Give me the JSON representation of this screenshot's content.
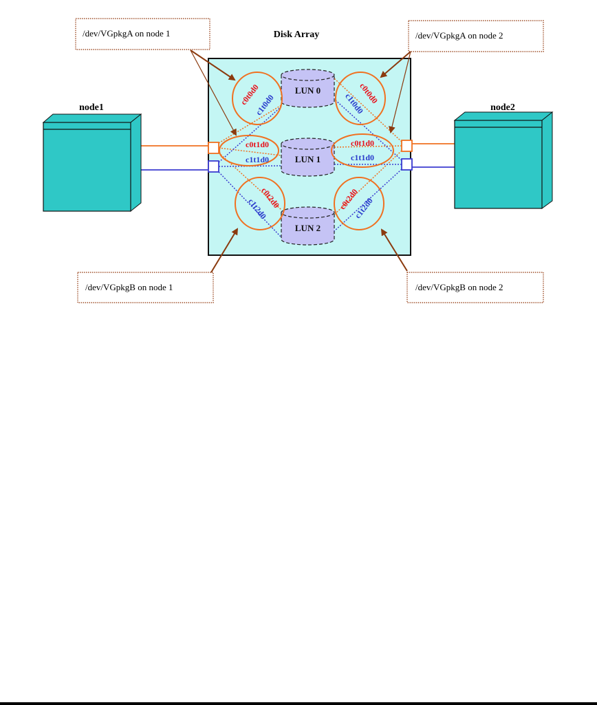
{
  "diagram": {
    "title": "Disk Array",
    "colors": {
      "array_fill": "#c4f6f4",
      "node_fill": "#2fc8c6",
      "lun_fill": "#c5c3f5",
      "orange_path": "#f07020",
      "blue_path": "#3b3bd0",
      "red_text": "#e8101a",
      "blue_text": "#2a3bcc",
      "arrow": "#8b3a0e",
      "callout_border": "#a0522d"
    },
    "nodes": [
      {
        "id": "node1",
        "label": "node1"
      },
      {
        "id": "node2",
        "label": "node2"
      }
    ],
    "luns": [
      {
        "id": "lun0",
        "label": "LUN 0"
      },
      {
        "id": "lun1",
        "label": "LUN 1"
      },
      {
        "id": "lun2",
        "label": "LUN 2"
      }
    ],
    "device_paths": {
      "node1": {
        "lun0": {
          "controller0": "c0t0d0",
          "controller1": "c1t0d0"
        },
        "lun1": {
          "controller0": "c0t1d0",
          "controller1": "c1t1d0"
        },
        "lun2": {
          "controller0": "c0t2d0",
          "controller1": "c1t2d0"
        }
      },
      "node2": {
        "lun0": {
          "controller0": "c0t0d0",
          "controller1": "c1t0d0"
        },
        "lun1": {
          "controller0": "c0t1d0",
          "controller1": "c1t1d0"
        },
        "lun2": {
          "controller0": "c0t2d0",
          "controller1": "c1t2d0"
        }
      }
    },
    "callouts": {
      "vgA_node1": "/dev/VGpkgA on node 1",
      "vgA_node2": "/dev/VGpkgA on node 2",
      "vgB_node1": "/dev/VGpkgB on node 1",
      "vgB_node2": "/dev/VGpkgB on node 2"
    }
  }
}
